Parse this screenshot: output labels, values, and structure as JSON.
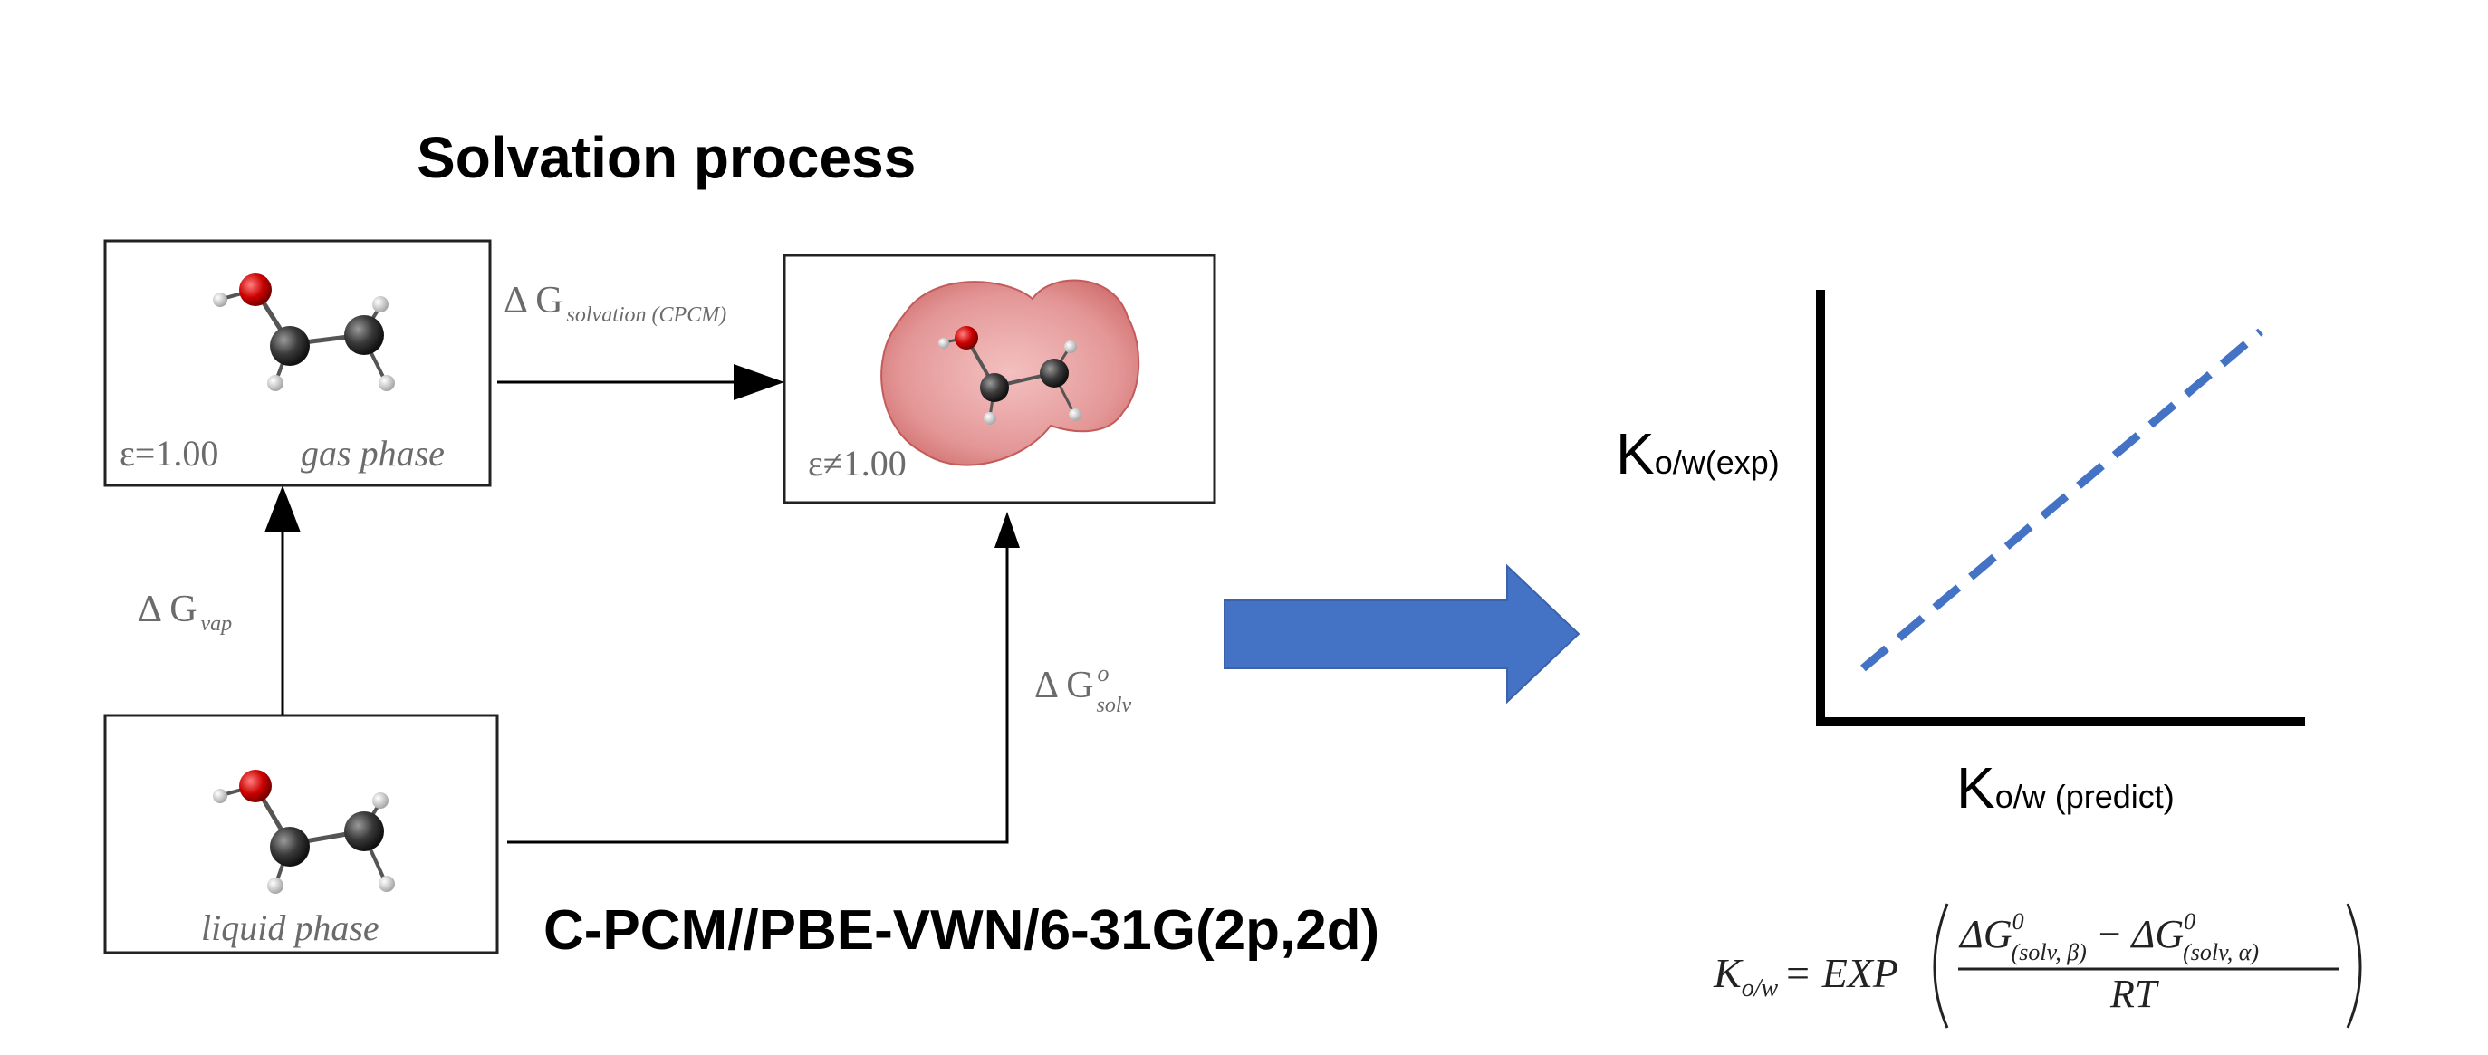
{
  "title": "Solvation process",
  "method": "C-PCM//PBE-VWN/6-31G(2p,2d)",
  "boxes": {
    "gas": {
      "epsilon": "ε=1.00",
      "phase": "gas phase"
    },
    "solvated": {
      "epsilon": "ε≠1.00"
    },
    "liquid": {
      "phase": "liquid phase"
    }
  },
  "arrows": {
    "solvation": {
      "delta": "Δ G",
      "sub": "solvation (CPCM)"
    },
    "vap": {
      "delta": "Δ G",
      "sub": "vap"
    },
    "solv": {
      "delta": "Δ G",
      "sup": "o",
      "sub": "solv"
    }
  },
  "plot": {
    "ylabel": {
      "main": "K",
      "sub": "o/w(exp)"
    },
    "xlabel": {
      "main": "K",
      "sub": "o/w (predict)"
    },
    "line_color": "#4472C4"
  },
  "equation": {
    "lhs": "K",
    "lhs_sub": "o/w",
    "equals": "= EXP",
    "term1": "ΔG",
    "term1_sup": "0",
    "term1_sub": "(solv, β)",
    "minus": "−",
    "term2": "ΔG",
    "term2_sup": "0",
    "term2_sub": "(solv, α)",
    "denominator": "RT"
  },
  "colors": {
    "big_arrow": "#4472C4",
    "oxygen": "#cc0000",
    "carbon": "#3a3a3a",
    "hydrogen": "#d8d8d8",
    "surface": "#d86a6a"
  }
}
